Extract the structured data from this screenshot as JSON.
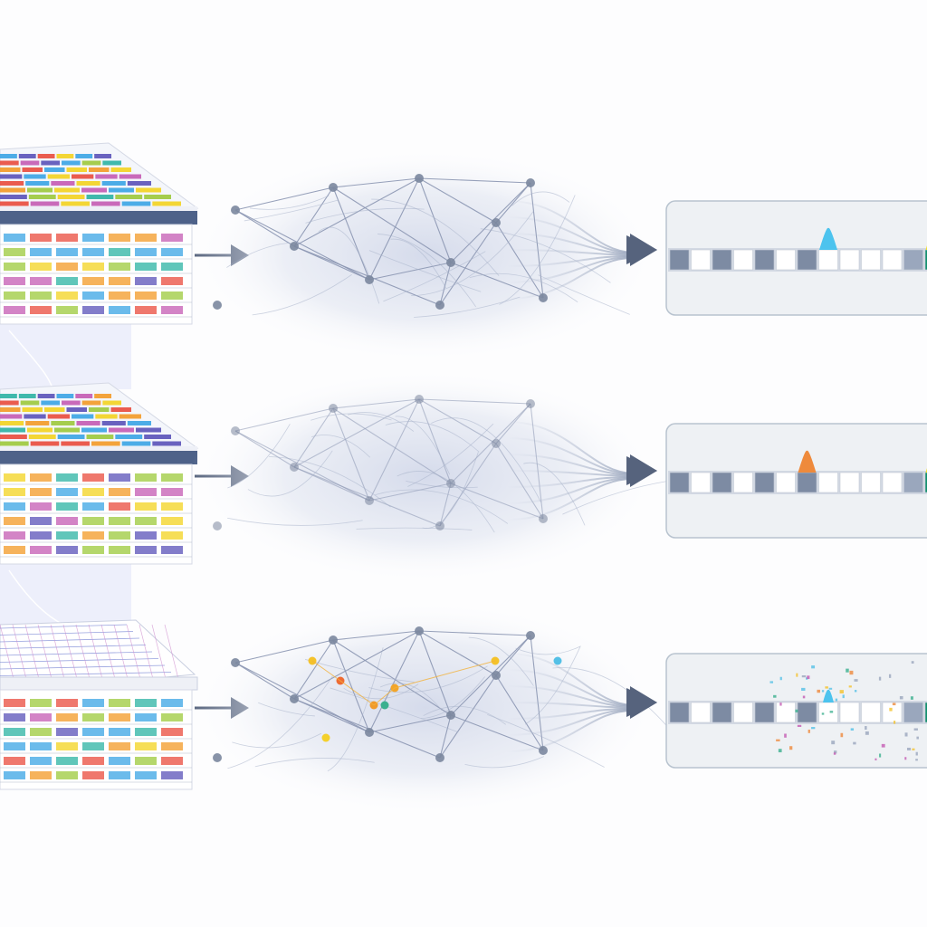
{
  "colors": {
    "background": "#fdfdfe",
    "arrow": "#56637d",
    "network_edge": "#8c97b3",
    "network_node": "#7b879f",
    "panel_fill": "#eef1f4",
    "panel_border": "#b8c3cf",
    "strip_dark": "#7d8ba3",
    "strip_light": "#ffffff",
    "table_header": "#4e6289",
    "green_cell": "#12906e",
    "peak_blue": "#4cc3ee",
    "peak_yellow": "#f4df28",
    "peak_orange": "#ee8a3c",
    "palette": [
      "#e94b3c",
      "#f3d31f",
      "#9cc93b",
      "#3aa4e4",
      "#5a52b8",
      "#f39a26",
      "#2bb3a3",
      "#c45bb3",
      "#e7e9ef"
    ]
  },
  "stages": [
    {
      "id": "stage-1",
      "layer_style": "colored-dense",
      "network_style": "structured",
      "strip_cells": [
        "dark",
        "light",
        "dark",
        "light",
        "dark",
        "light",
        "dark",
        "light",
        "light",
        "light",
        "light",
        "dark",
        "green"
      ],
      "peaks": [
        {
          "color": "peak_blue",
          "cell": 7
        },
        {
          "color": "peak_yellow",
          "cell": 12
        }
      ],
      "noise": false
    },
    {
      "id": "stage-2",
      "layer_style": "colored-dense",
      "network_style": "faded",
      "strip_cells": [
        "dark",
        "light",
        "dark",
        "light",
        "dark",
        "light",
        "dark",
        "light",
        "light",
        "light",
        "light",
        "dark",
        "green"
      ],
      "peaks": [
        {
          "color": "peak_orange",
          "cell": 6
        },
        {
          "color": "peak_yellow",
          "cell": 12
        }
      ],
      "noise": false
    },
    {
      "id": "stage-3",
      "layer_style": "grid-top",
      "network_style": "colored-points",
      "strip_cells": [
        "dark",
        "light",
        "dark",
        "light",
        "dark",
        "light",
        "dark",
        "light",
        "light",
        "light",
        "light",
        "dark",
        "green"
      ],
      "peaks": [
        {
          "color": "peak_blue",
          "cell": 7,
          "small": true
        }
      ],
      "noise": true
    }
  ]
}
